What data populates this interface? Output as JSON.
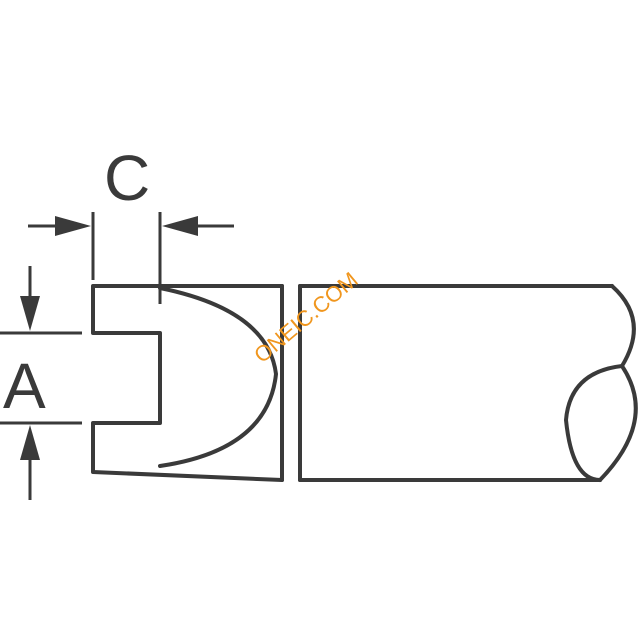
{
  "dimensions": {
    "a_label": "A",
    "c_label": "C"
  },
  "watermark": {
    "text": "ONEIC.COM",
    "color": "#f0961e"
  },
  "colors": {
    "line": "#3a3a3a",
    "background": "#ffffff"
  }
}
